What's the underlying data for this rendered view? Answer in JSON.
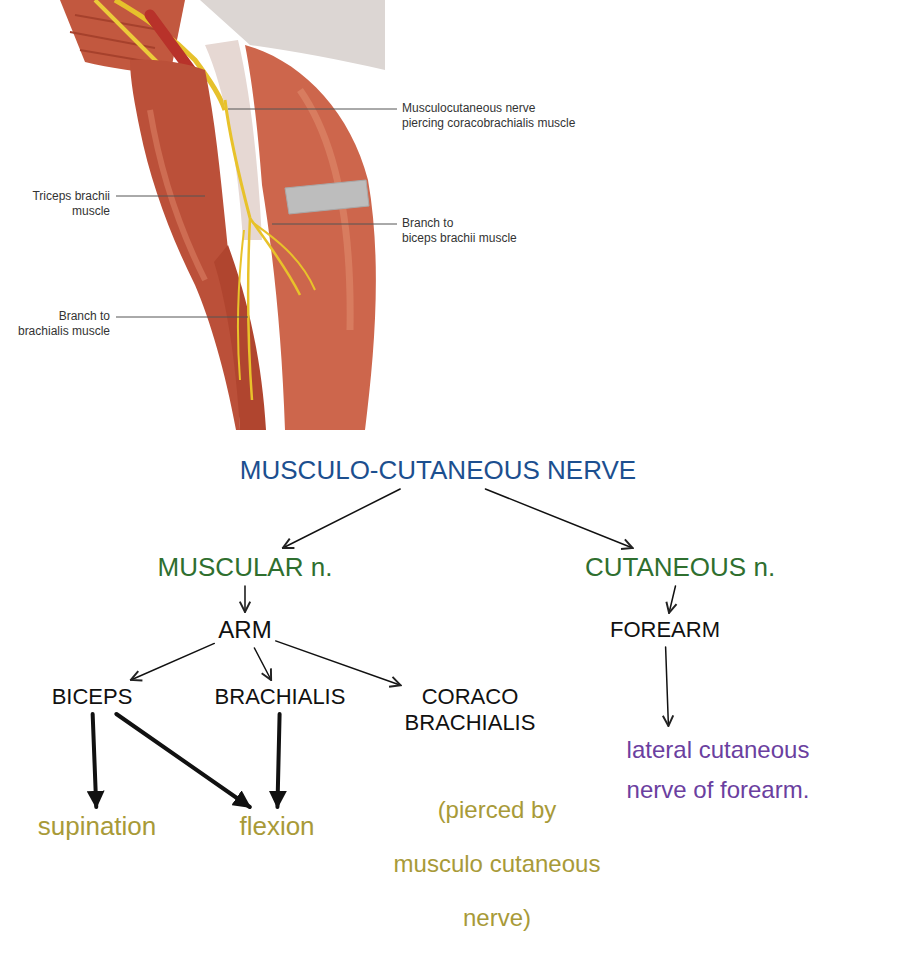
{
  "diagram": {
    "nodes": [
      {
        "text": [
          "MUSCULO-CUTANEOUS NERVE"
        ]
      },
      {
        "text": [
          "MUSCULAR n."
        ]
      },
      {
        "text": [
          "CUTANEOUS n."
        ]
      },
      {
        "text": [
          "ARM"
        ]
      },
      {
        "text": [
          "FOREARM"
        ]
      },
      {
        "text": [
          "BICEPS"
        ]
      },
      {
        "text": [
          "BRACHIALIS"
        ]
      },
      {
        "text": [
          "CORACO BRACHIALIS"
        ]
      },
      {
        "text": [
          "lateral cutaneous nerve of forearm."
        ]
      },
      {
        "text": [
          "supination"
        ]
      },
      {
        "text": [
          "flexion"
        ]
      },
      {
        "text": [
          "(pierced by musculo cutaneous nerve)"
        ]
      }
    ],
    "edges": [
      {
        "from": 0,
        "to": 1,
        "arrow": "to"
      },
      {
        "from": 0,
        "to": 2,
        "arrow": "to"
      },
      {
        "from": 1,
        "to": 3,
        "arrow": "to"
      },
      {
        "from": 2,
        "to": 4,
        "arrow": "to"
      },
      {
        "from": 3,
        "to": 5,
        "arrow": "to"
      },
      {
        "from": 3,
        "to": 6,
        "arrow": "to"
      },
      {
        "from": 3,
        "to": 7,
        "arrow": "to"
      },
      {
        "from": 4,
        "to": 8,
        "arrow": "to"
      },
      {
        "from": 5,
        "to": 9,
        "arrow": "to"
      },
      {
        "from": 5,
        "to": 10,
        "arrow": "to"
      },
      {
        "from": 6,
        "to": 10,
        "arrow": "to"
      }
    ],
    "labels": [
      "Musculocutaneous nerve piercing coracobrachialis muscle",
      "Triceps brachii muscle",
      "Branch to biceps brachii muscle",
      "Branch to brachialis muscle"
    ]
  }
}
